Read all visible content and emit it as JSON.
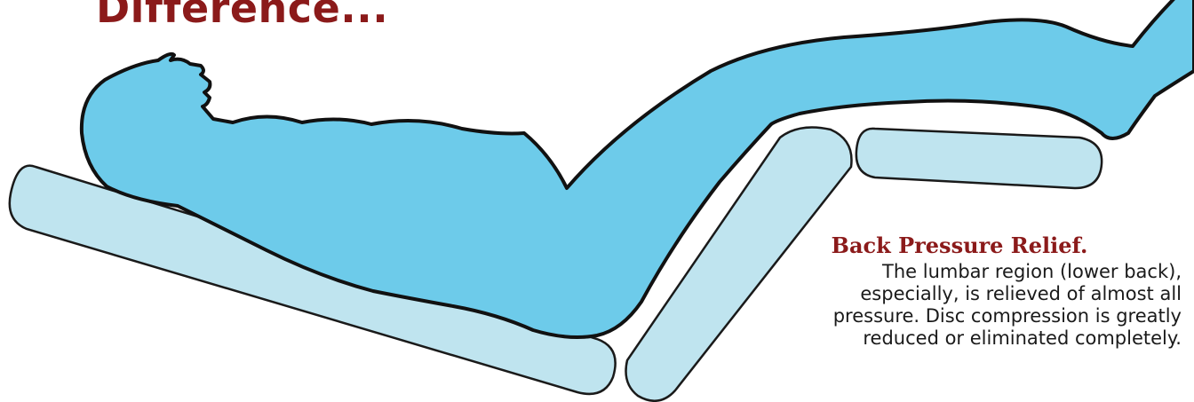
{
  "headline": "Difference...",
  "caption": {
    "title": "Back Pressure Relief.",
    "lines": [
      "The lumbar region (lower back),",
      "especially, is relieved of almost all",
      "pressure. Disc compression is greatly",
      "reduced or eliminated completely."
    ]
  },
  "colors": {
    "headline": "#8b1a1a",
    "figure_fill": "#6dcbea",
    "cushion_fill": "#bfe4ef",
    "outline": "#111111"
  }
}
